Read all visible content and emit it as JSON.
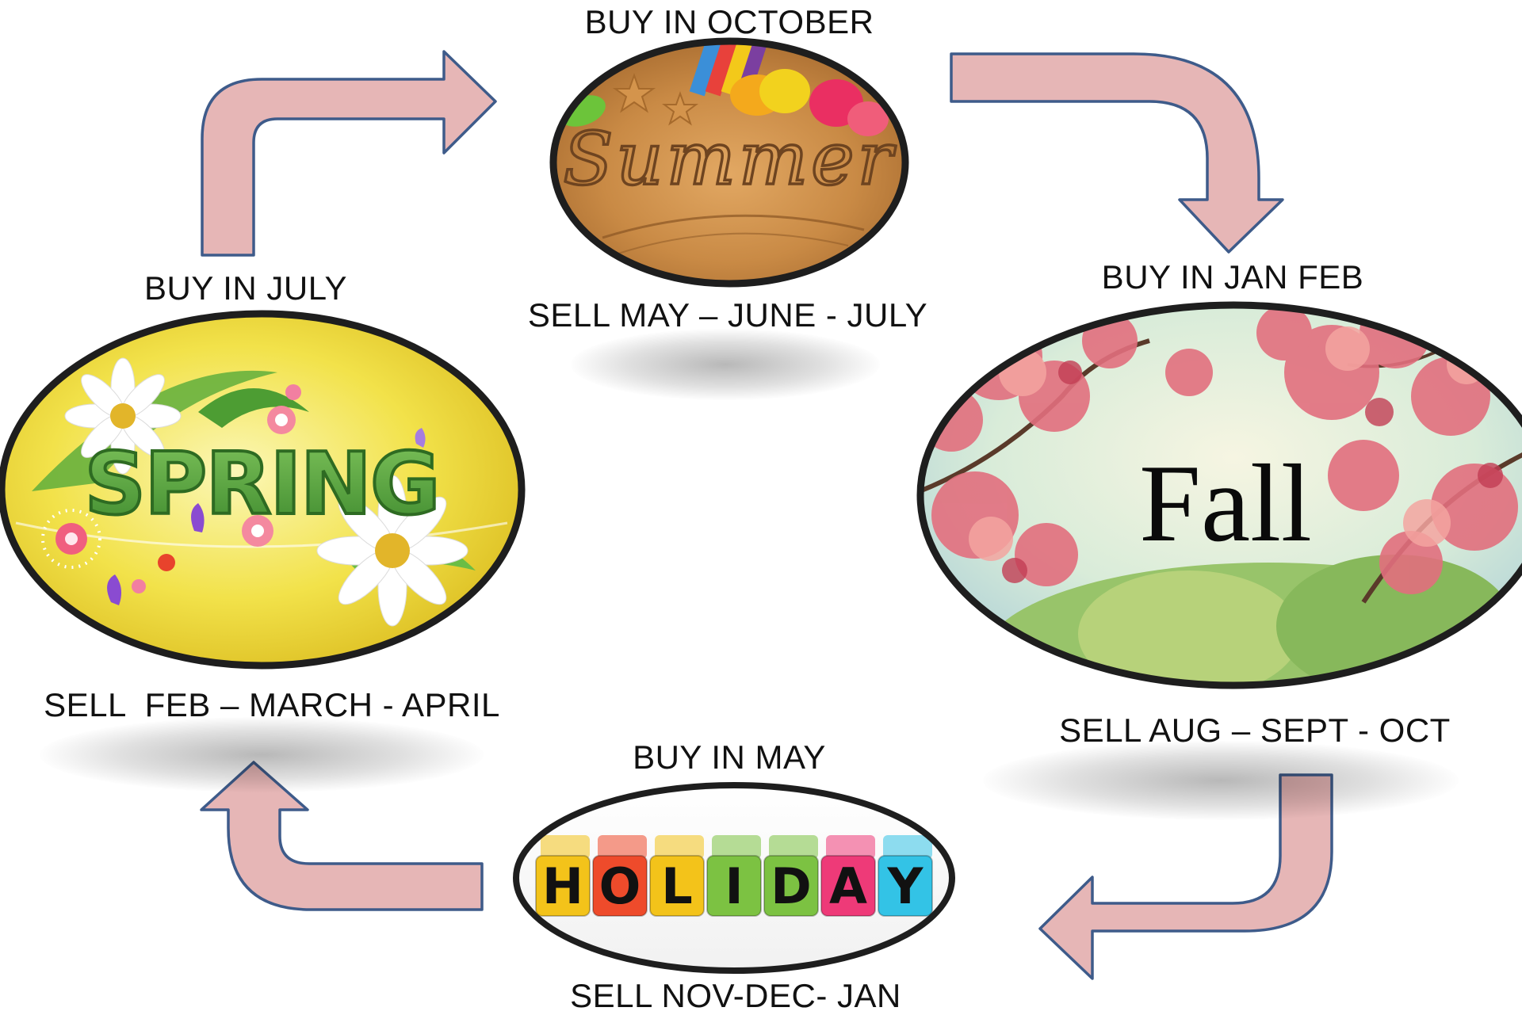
{
  "seasons": {
    "summer": {
      "picture_text": "Summer",
      "buy": "BUY IN OCTOBER",
      "sell": "SELL MAY – JUNE - JULY"
    },
    "fall": {
      "picture_text": "Fall",
      "buy": "BUY IN JAN FEB",
      "sell": "SELL AUG – SEPT - OCT"
    },
    "holiday": {
      "picture_text": "HOLIDAY",
      "buy": "BUY IN MAY",
      "sell": "SELL NOV-DEC- JAN"
    },
    "spring": {
      "picture_text": "SPRING",
      "buy": "BUY IN JULY",
      "sell": "SELL  FEB – MARCH - APRIL"
    }
  },
  "colors": {
    "arrow_fill": "#e6b6b6",
    "arrow_stroke": "#3e5b8a",
    "ellipse_border": "#1e1e1e"
  }
}
